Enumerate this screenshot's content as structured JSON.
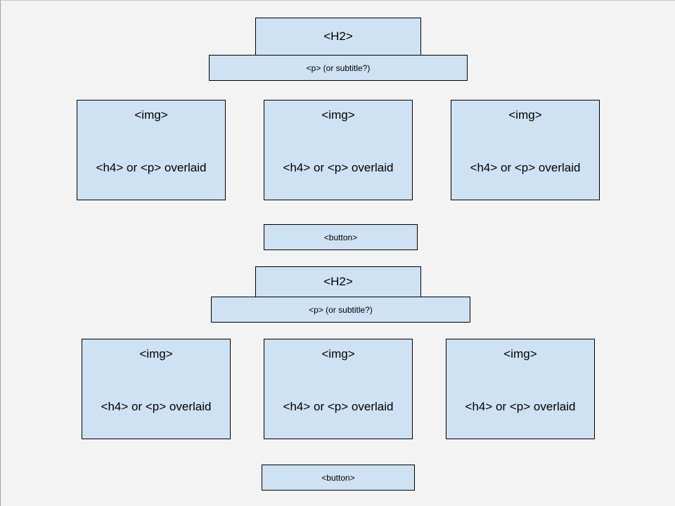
{
  "colors": {
    "background": "#f3f3f3",
    "box_fill": "#cfe2f3",
    "box_border": "#000000"
  },
  "sections": [
    {
      "heading_label": "<H2>",
      "subtitle_label": "<p> (or subtitle?)",
      "cards": [
        {
          "image_label": "<img>",
          "overlay_label": "<h4> or <p> overlaid"
        },
        {
          "image_label": "<img>",
          "overlay_label": "<h4> or <p> overlaid"
        },
        {
          "image_label": "<img>",
          "overlay_label": "<h4> or <p> overlaid"
        }
      ],
      "button_label": "<button>"
    },
    {
      "heading_label": "<H2>",
      "subtitle_label": "<p> (or subtitle?)",
      "cards": [
        {
          "image_label": "<img>",
          "overlay_label": "<h4> or <p> overlaid"
        },
        {
          "image_label": "<img>",
          "overlay_label": "<h4> or <p> overlaid"
        },
        {
          "image_label": "<img>",
          "overlay_label": "<h4> or <p> overlaid"
        }
      ],
      "button_label": "<button>"
    }
  ]
}
